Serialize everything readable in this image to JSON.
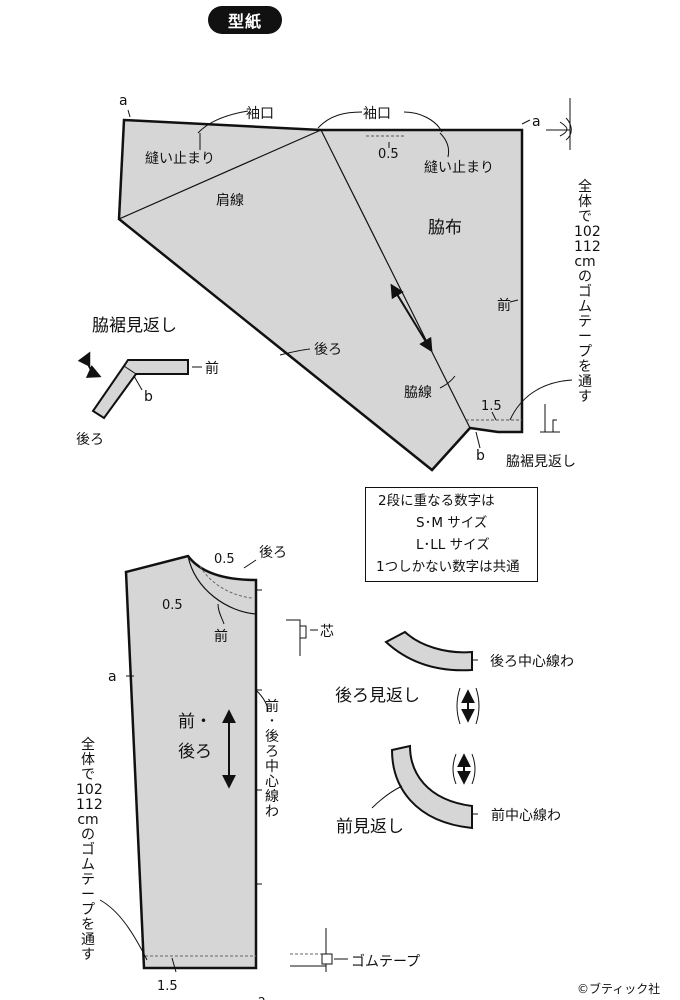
{
  "header": {
    "title": "型紙"
  },
  "top_piece": {
    "sleeve_mouth_left": "袖口",
    "sleeve_mouth_right": "袖口",
    "stitch_end_left": "縫い止まり",
    "stitch_end_right": "縫い止まり",
    "shoulder_line": "肩線",
    "piece_name": "脇布",
    "seam_allowance_top": "0.5",
    "point_a_left": "a",
    "point_a_right": "a",
    "front": "前",
    "back": "後ろ",
    "side_line": "脇線",
    "seam_allowance_bottom": "1.5",
    "point_b": "b",
    "hem_facing_label": "脇裾見返し",
    "elastic_note": [
      "全",
      "体",
      "で",
      "102",
      "112",
      "cm",
      "の",
      "ゴ",
      "ム",
      "テ",
      "ー",
      "プ",
      "を",
      "通",
      "す"
    ]
  },
  "hem_facing_piece": {
    "title": "脇裾見返し",
    "front": "前",
    "back": "後ろ",
    "point_b": "b"
  },
  "note_box": {
    "line1": "2段に重なる数字は",
    "line2": "S･M サイズ",
    "line3": "L･LL サイズ",
    "line4": "1つしかない数字は共通"
  },
  "body_piece": {
    "seam_allowance_neck_top": "0.5",
    "seam_allowance_neck_side": "0.5",
    "back": "後ろ",
    "front": "前",
    "point_a": "a",
    "piece_name_1": "前・",
    "piece_name_2": "後ろ",
    "center_fold": [
      "前",
      "･",
      "後",
      "ろ",
      "中",
      "心",
      "線",
      "わ"
    ],
    "elastic_note": [
      "全",
      "体",
      "で",
      "102",
      "112",
      "cm",
      "の",
      "ゴ",
      "ム",
      "テ",
      "ー",
      "プ",
      "を",
      "通",
      "す"
    ],
    "seam_allowance_bottom": "1.5",
    "interfacing_label": "芯",
    "elastic_tape_label": "ゴムテープ"
  },
  "back_facing": {
    "title": "後ろ見返し",
    "center_fold": "後ろ中心線わ"
  },
  "front_facing": {
    "title": "前見返し",
    "center_fold": "前中心線わ"
  },
  "footer": {
    "copyright": "©ブティック社"
  }
}
